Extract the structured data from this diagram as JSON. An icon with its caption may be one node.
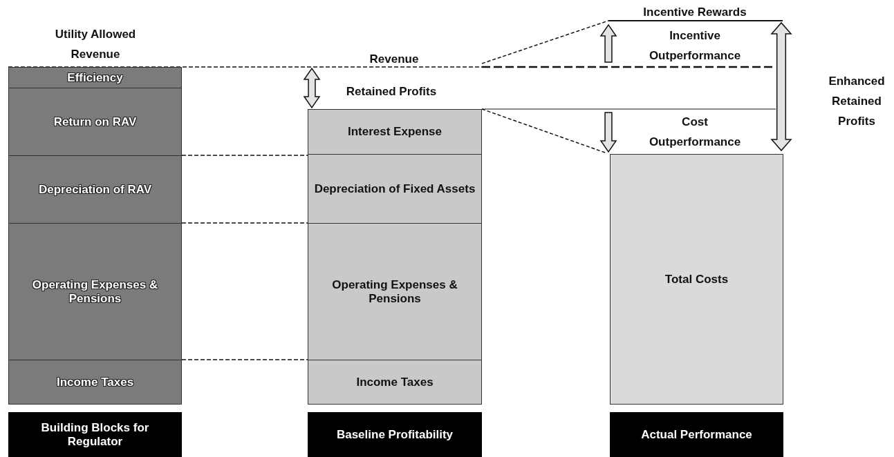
{
  "diagram": {
    "nodes": [
      {
        "text": [
          "Efficiency"
        ]
      },
      {
        "text": [
          "Return on RAV"
        ]
      },
      {
        "text": [
          "Depreciation of RAV"
        ]
      },
      {
        "text": [
          "Operating Expenses & Pensions"
        ]
      },
      {
        "text": [
          "Income Taxes"
        ]
      },
      {
        "text": [
          "Interest Expense"
        ]
      },
      {
        "text": [
          "Depreciation of Fixed Assets"
        ]
      },
      {
        "text": [
          "Operating Expenses & Pensions"
        ]
      },
      {
        "text": [
          "Income Taxes"
        ]
      },
      {
        "text": [
          "Total Costs"
        ]
      },
      {
        "text": [
          "Building Blocks for Regulator"
        ]
      },
      {
        "text": [
          "Baseline Profitability"
        ]
      },
      {
        "text": [
          "Actual Performance"
        ]
      }
    ],
    "labels": [
      "Incentive Rewards",
      "Utility Allowed Revenue",
      "Revenue",
      "Incentive Outperformance",
      "Enhanced Retained Profits",
      "Retained Profits",
      "Cost Outperformance"
    ]
  }
}
